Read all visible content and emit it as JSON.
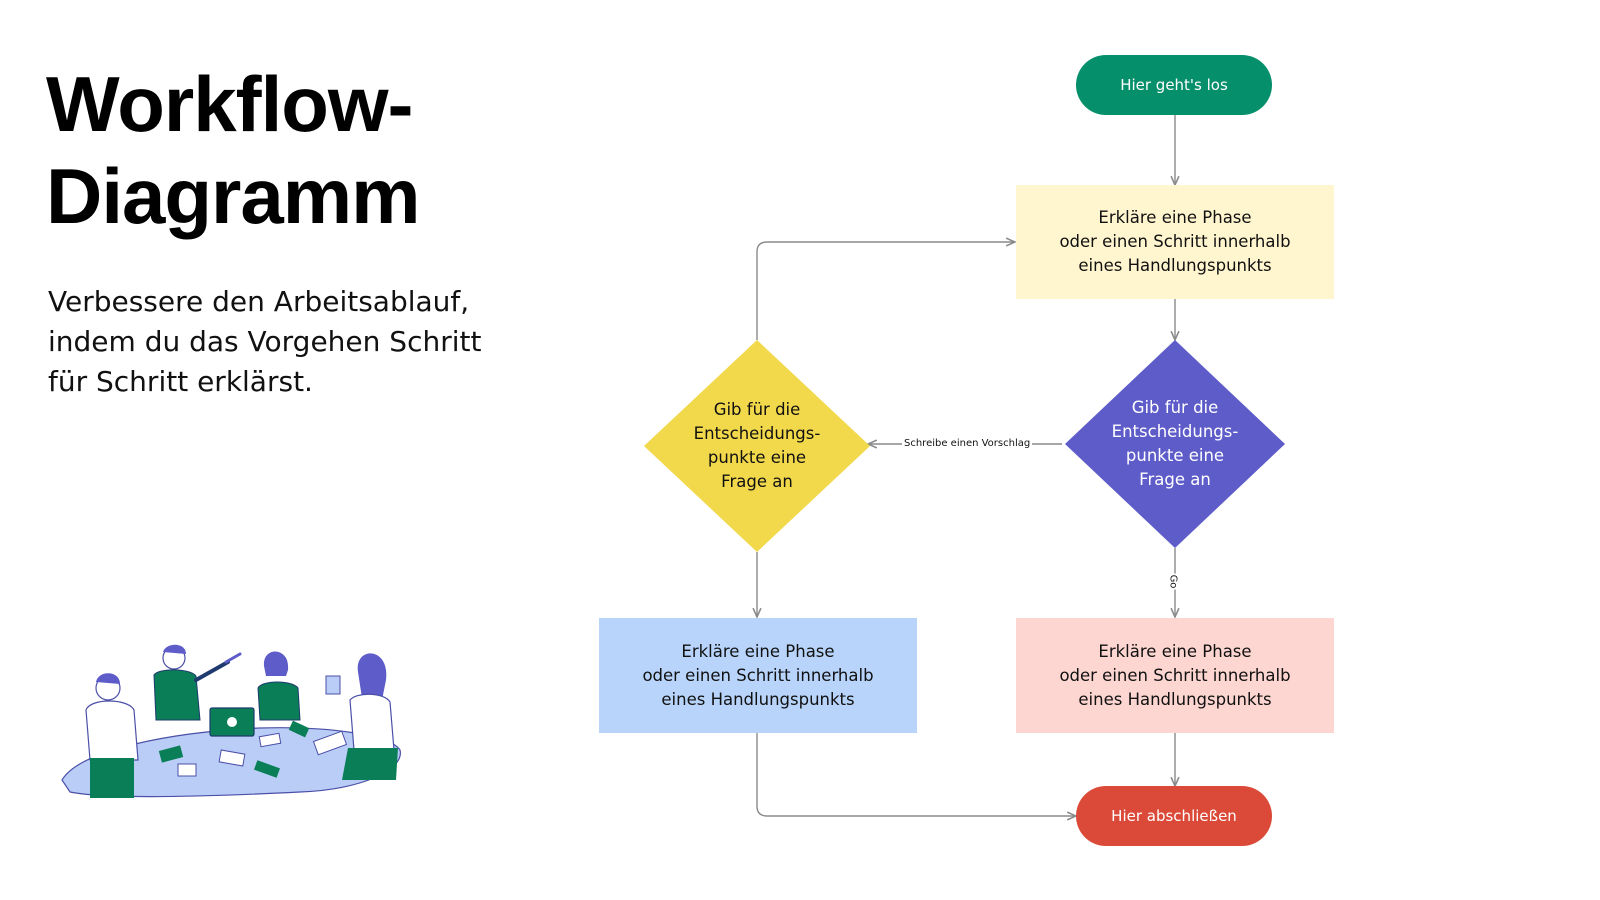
{
  "header": {
    "title_line1": "Workflow-",
    "title_line2": "Diagramm",
    "subtitle": "Verbessere den Arbeitsablauf, indem du das Vorgehen Schritt für Schritt erklärst."
  },
  "flowchart": {
    "start": {
      "label": "Hier geht's los",
      "color": "#068f6b"
    },
    "step_top": {
      "label": "Erkläre eine Phase\noder einen Schritt innerhalb\neines Handlungspunkts",
      "color": "#fff5cf"
    },
    "decision_right": {
      "label": "Gib für die\nEntscheidungs-\npunkte eine\nFrage an",
      "color": "#5e5cc9"
    },
    "decision_left": {
      "label": "Gib für die\nEntscheidungs-\npunkte eine\nFrage an",
      "color": "#f2d84b"
    },
    "step_left": {
      "label": "Erkläre eine Phase\noder einen Schritt innerhalb\neines Handlungspunkts",
      "color": "#b8d4fb"
    },
    "step_right": {
      "label": "Erkläre eine Phase\noder einen Schritt innerhalb\neines Handlungspunkts",
      "color": "#fdd6d1"
    },
    "end": {
      "label": "Hier abschließen",
      "color": "#db4a39"
    },
    "edge_suggest_label": "Schreibe einen Vorschlag",
    "edge_go_label": "Go",
    "connector_color": "#8a8a8a"
  },
  "illustration": {
    "name": "team-meeting-illustration"
  }
}
